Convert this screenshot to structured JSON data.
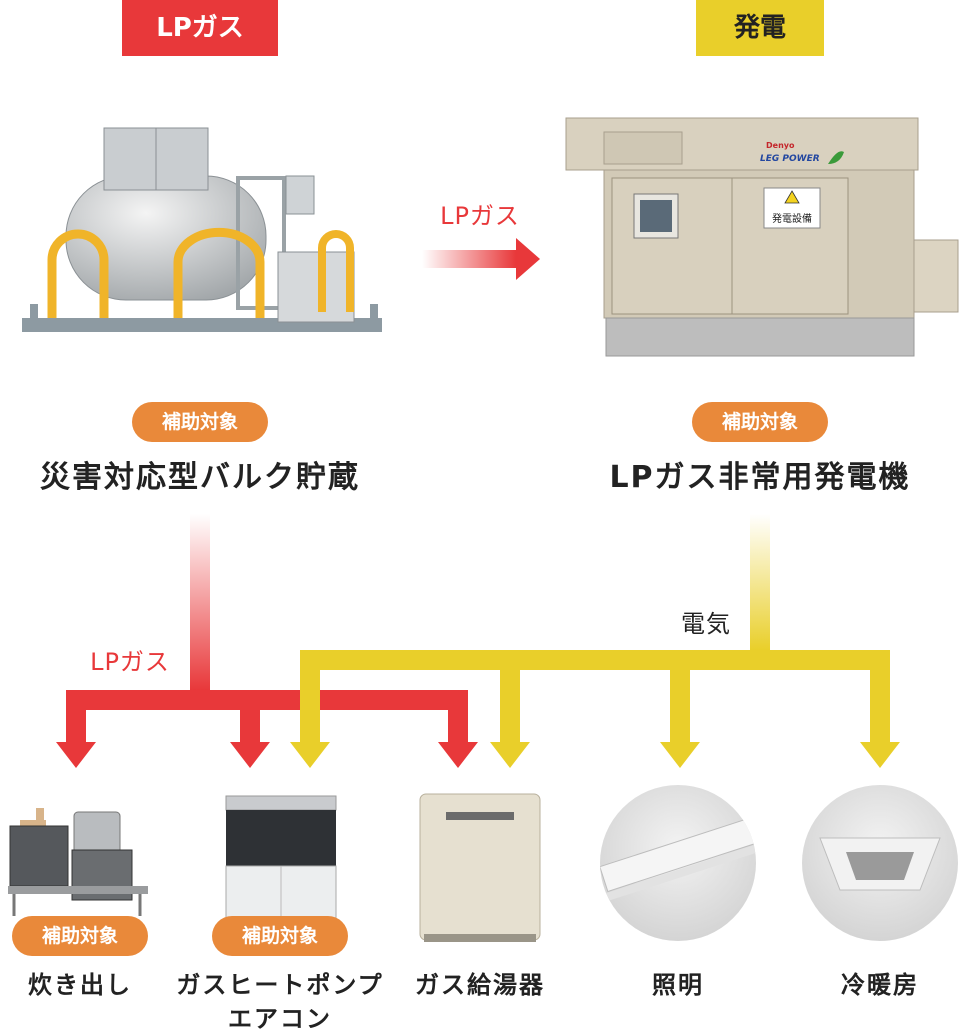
{
  "header": {
    "lp_gas": "LPガス",
    "power": "発電"
  },
  "flow": {
    "gas_arrow_label": "LPガス",
    "gas_line_label": "LPガス",
    "electric_label": "電気"
  },
  "sources": [
    {
      "badge": "補助対象",
      "name": "災害対応型バルク貯蔵"
    },
    {
      "badge": "補助対象",
      "name": "LPガス非常用発電機",
      "brand": "Denyo",
      "brand_sub": "LEG POWER",
      "panel_sign": "発電設備"
    }
  ],
  "devices": [
    {
      "name": "炊き出し",
      "badge": "補助対象"
    },
    {
      "name_line1": "ガスヒートポンプ",
      "name_line2": "エアコン",
      "badge": "補助対象"
    },
    {
      "name": "ガス給湯器"
    },
    {
      "name": "照明"
    },
    {
      "name": "冷暖房"
    }
  ],
  "colors": {
    "gas_red": "#e8383a",
    "power_yellow": "#e9cf2a",
    "badge_orange": "#e9893a"
  }
}
